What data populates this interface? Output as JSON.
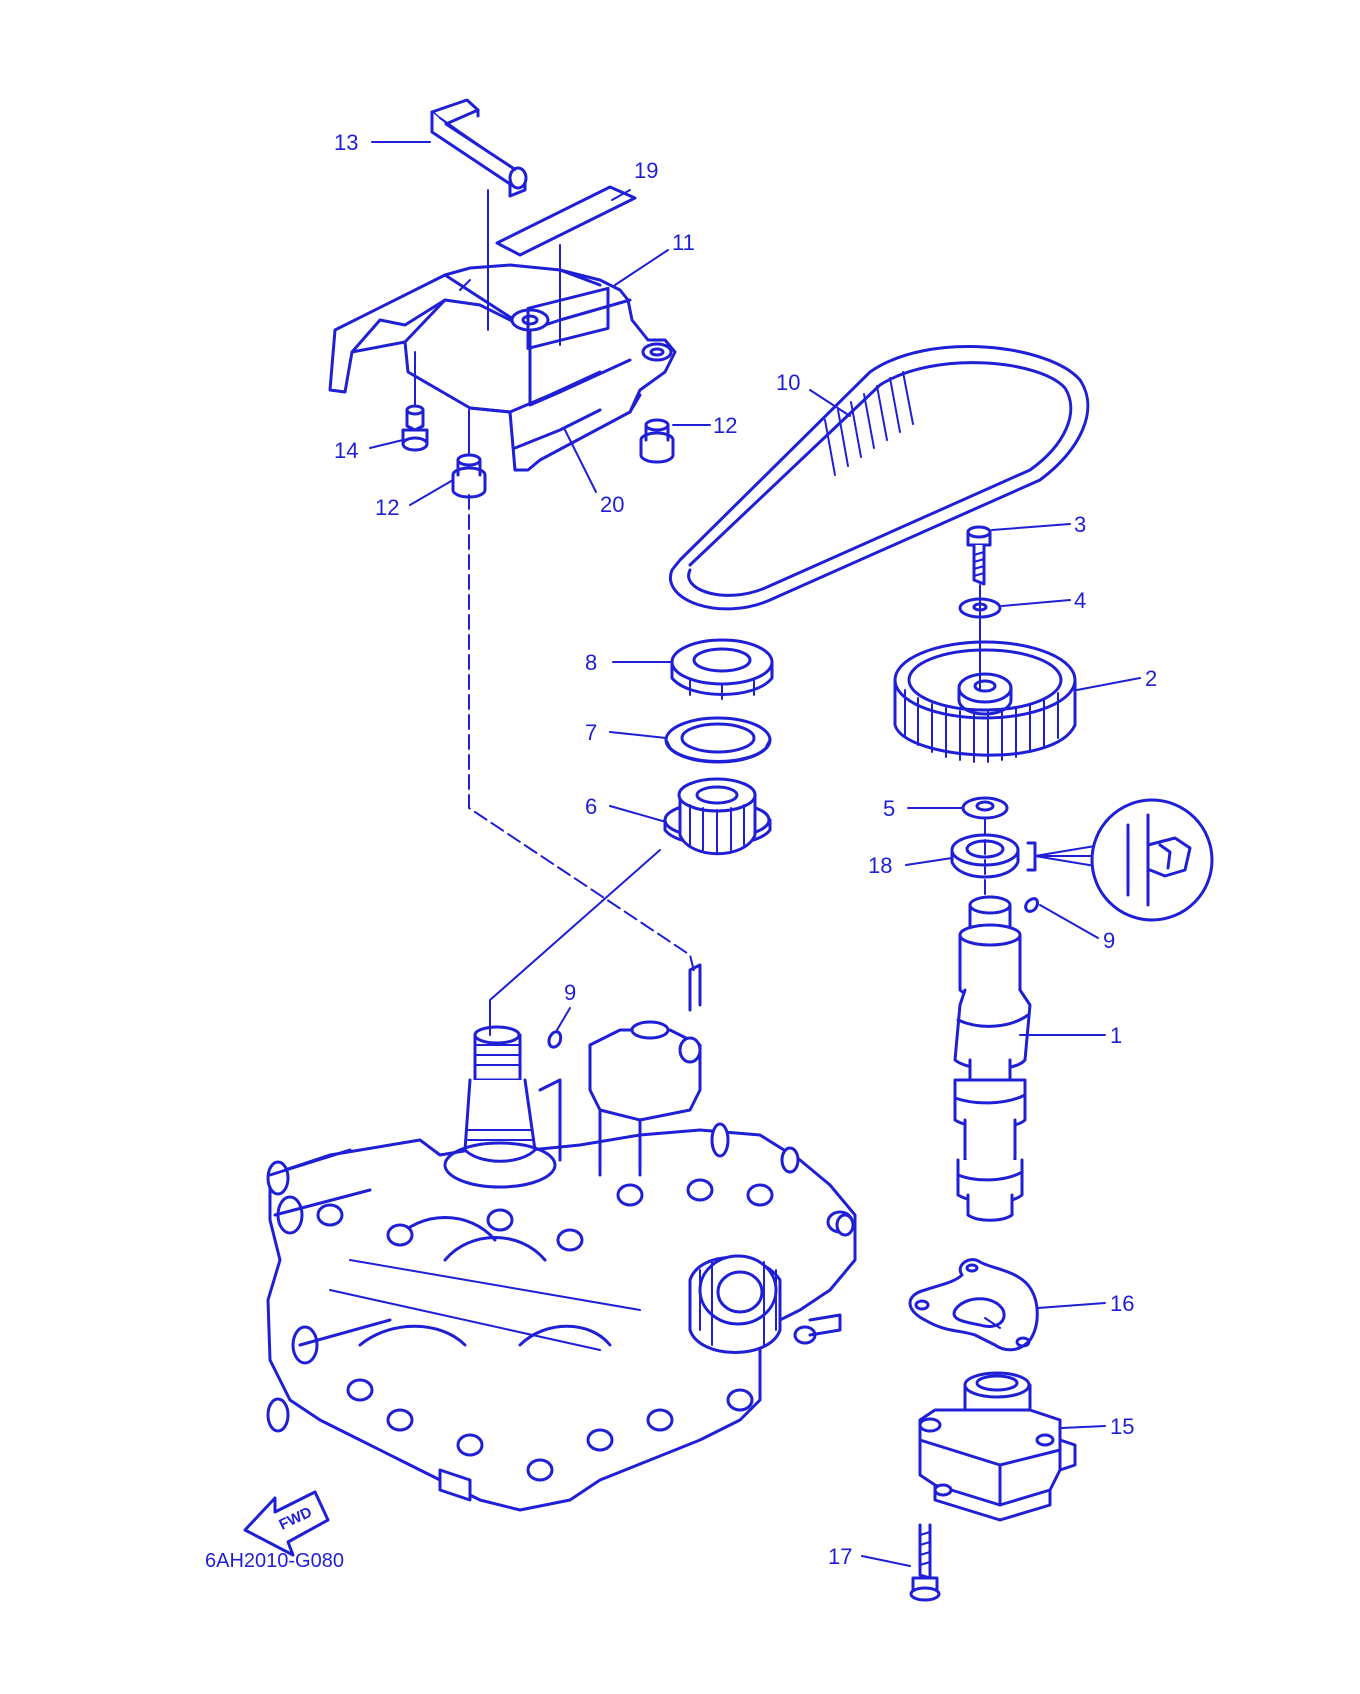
{
  "diagram": {
    "ink_color": "#1f1fd6",
    "background": "#ffffff",
    "part_code": "6AH2010-G080",
    "fwd_label": "FWD",
    "callouts": [
      {
        "id": "c13",
        "text": "13"
      },
      {
        "id": "c19",
        "text": "19"
      },
      {
        "id": "c11",
        "text": "11"
      },
      {
        "id": "c10",
        "text": "10"
      },
      {
        "id": "c12a",
        "text": "12"
      },
      {
        "id": "c14",
        "text": "14"
      },
      {
        "id": "c12b",
        "text": "12"
      },
      {
        "id": "c20",
        "text": "20"
      },
      {
        "id": "c3",
        "text": "3"
      },
      {
        "id": "c4",
        "text": "4"
      },
      {
        "id": "c8",
        "text": "8"
      },
      {
        "id": "c2",
        "text": "2"
      },
      {
        "id": "c7",
        "text": "7"
      },
      {
        "id": "c6",
        "text": "6"
      },
      {
        "id": "c5",
        "text": "5"
      },
      {
        "id": "c18",
        "text": "18"
      },
      {
        "id": "c9a",
        "text": "9"
      },
      {
        "id": "c9b",
        "text": "9"
      },
      {
        "id": "c1",
        "text": "1"
      },
      {
        "id": "c16",
        "text": "16"
      },
      {
        "id": "c15",
        "text": "15"
      },
      {
        "id": "c17",
        "text": "17"
      }
    ]
  }
}
